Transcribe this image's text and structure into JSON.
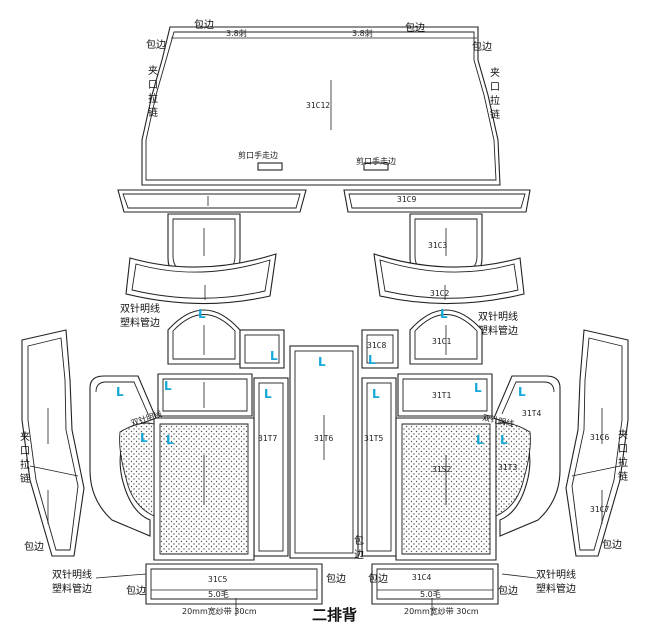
{
  "title": "二排背",
  "colors": {
    "line": "#222222",
    "accent": "#16a9d8"
  },
  "labels": {
    "baobian": "包边",
    "jiakou": "夹口拉链",
    "shuangzhen": "双针明线塑料管边",
    "shuangzhen_short": "双针明线",
    "jiankou": "剪口手走边",
    "m38": "3.8刺",
    "m50": "5.0毛",
    "band": "20mm宽纱带 30cm",
    "L": "L"
  },
  "parts": {
    "c12": "31C12",
    "c9": "31C9",
    "c3": "31C3",
    "c2": "31C2",
    "c1": "31C1",
    "c8": "31C8",
    "t1": "31T1",
    "t4": "31T4",
    "c6": "31C6",
    "t7": "31T7",
    "t6": "31T6",
    "t5": "31T5",
    "s2": "31S2",
    "t3": "31T3",
    "c7": "31C7",
    "c5": "31C5",
    "c4": "31C4"
  }
}
